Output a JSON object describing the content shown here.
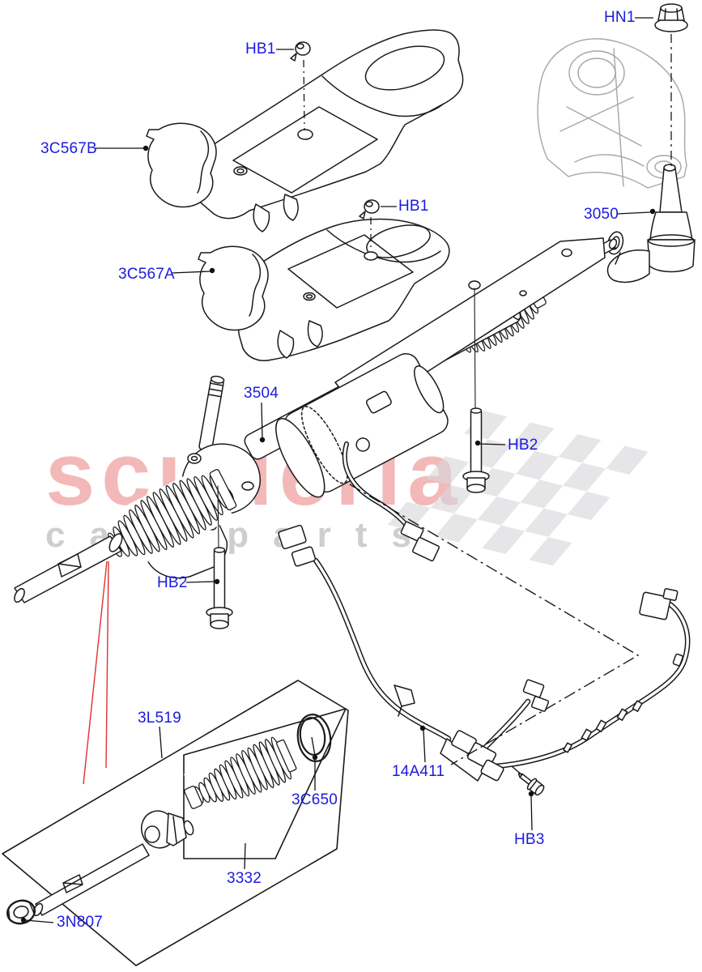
{
  "watermark": {
    "title": "scuderia",
    "subtitle": "car parts",
    "title_color": "#f2acac",
    "subtitle_color": "#c9c9c9"
  },
  "colors": {
    "label_blue": "#1b1be0",
    "leader_black": "#111111",
    "red_leader": "#e03131",
    "checker_gray": "#d7d7db",
    "faint_part_gray": "#a6a6a6"
  },
  "diagram": {
    "description_parts": [
      "heat-shield-upper",
      "heat-shield-lower",
      "axle-knuckle-faint",
      "tie-rod-end",
      "steering-gear-assembly",
      "inner-tie-rod-kit-box",
      "bellows-boot",
      "circlip",
      "wiring-harness",
      "mounting-bolts"
    ],
    "labels": [
      {
        "id": "hb1-top",
        "text": "HB1"
      },
      {
        "id": "hn1",
        "text": "HN1"
      },
      {
        "id": "3c567b",
        "text": "3C567B"
      },
      {
        "id": "3c567a",
        "text": "3C567A"
      },
      {
        "id": "hb1-mid",
        "text": "HB1"
      },
      {
        "id": "3050",
        "text": "3050"
      },
      {
        "id": "3504",
        "text": "3504"
      },
      {
        "id": "hb2-right",
        "text": "HB2"
      },
      {
        "id": "hb2-left",
        "text": "HB2"
      },
      {
        "id": "3l519",
        "text": "3L519"
      },
      {
        "id": "3c650",
        "text": "3C650"
      },
      {
        "id": "3332",
        "text": "3332"
      },
      {
        "id": "3n807",
        "text": "3N807"
      },
      {
        "id": "14a411",
        "text": "14A411"
      },
      {
        "id": "hb3",
        "text": "HB3"
      }
    ]
  }
}
